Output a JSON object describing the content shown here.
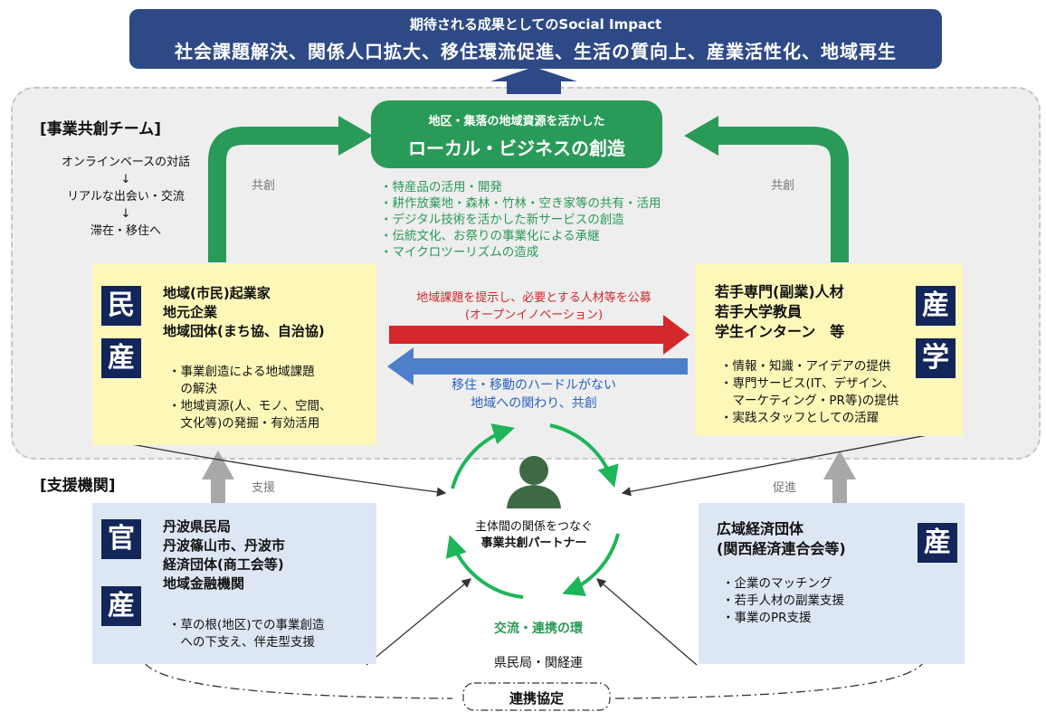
{
  "impact": {
    "line1": "期待される成果としてのSocial Impact",
    "line2": "社会課題解決、関係人口拡大、移住環流促進、生活の質向上、産業活性化、地域再生"
  },
  "team": {
    "title": "[事業共創チーム]",
    "steps": [
      "オンラインベースの対話",
      "リアルな出会い・交流",
      "滞在・移住へ"
    ],
    "cocreate_left": "共創",
    "cocreate_right": "共創"
  },
  "local_business": {
    "line1": "地区・集落の地域資源を活かした",
    "line2": "ローカル・ビジネスの創造",
    "items": [
      "・特産品の活用・開発",
      "・耕作放棄地・森林・竹林・空き家等の共有・活用",
      "・デジタル技術を活かした新サービスの創造",
      "・伝統文化、お祭りの事業化による承継",
      "・マイクロツーリズムの造成"
    ]
  },
  "min_san": {
    "badge1": "民",
    "badge2": "産",
    "heads": [
      "地域(市民)起業家",
      "地元企業",
      "地域団体(まち協、自治協)"
    ],
    "items": [
      "・事業創造による地域課題",
      "　の解決",
      "・地域資源(人、モノ、空間、",
      "　文化等)の発掘・有効活用"
    ]
  },
  "san_gaku": {
    "badge1": "産",
    "badge2": "学",
    "heads": [
      "若手専門(副業)人材",
      "若手大学教員",
      "学生インターン　等"
    ],
    "items": [
      "・情報・知識・アイデアの提供",
      "・専門サービス(IT、デザイン、",
      "　マーケティング・PR等)の提供",
      "・実践スタッフとしての活躍"
    ]
  },
  "arrows": {
    "red_line1": "地域課題を提示し、必要とする人材等を公募",
    "red_line2": "(オープンイノベーション)",
    "blue_line1": "移住・移動のハードルがない",
    "blue_line2": "地域への関わり、共創"
  },
  "support": {
    "title": "[支援機関]",
    "shien": "支援",
    "sokushin": "促進"
  },
  "kan_san": {
    "badge1": "官",
    "badge2": "産",
    "heads": [
      "丹波県民局",
      "丹波篠山市、丹波市",
      "経済団体(商工会等)",
      "地域金融機関"
    ],
    "items": [
      "・草の根(地区)での事業創造",
      "　への下支え、伴走型支援"
    ]
  },
  "san_right": {
    "badge": "産",
    "heads": [
      "広域経済団体",
      "(関西経済連合会等)"
    ],
    "items": [
      "・企業のマッチング",
      "・若手人材の副業支援",
      "・事業のPR支援"
    ]
  },
  "partner": {
    "line1": "主体間の関係をつなぐ",
    "line2": "事業共創パートナー",
    "ring_label": "交流・連携の環"
  },
  "bottom": {
    "kenmin": "県民局・関経連",
    "agreement": "連携協定"
  },
  "colors": {
    "navy": "#2e4a86",
    "badge": "#13265a",
    "green": "#2a9a58",
    "red": "#d0282a",
    "blue": "#2862c2",
    "yellow": "#fdf8b8",
    "lightblue": "#dde7f4"
  }
}
